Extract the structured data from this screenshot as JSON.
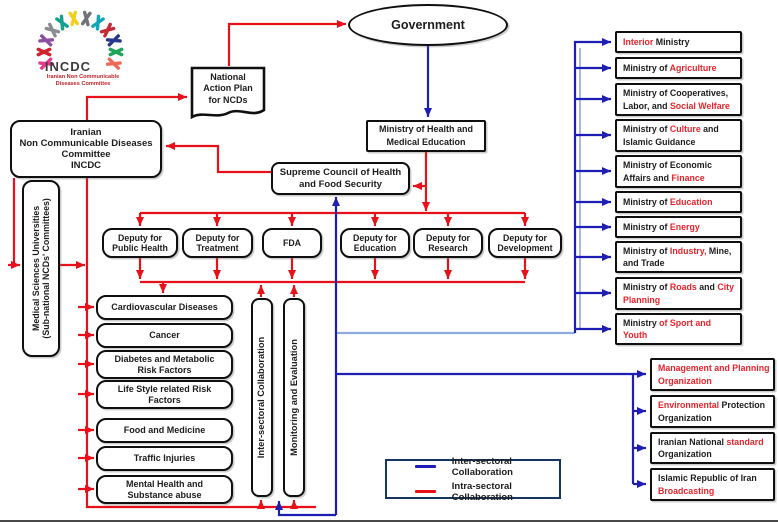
{
  "logo": {
    "acronym": "INCDC",
    "subtitle1": "Iranian Non Communicable",
    "subtitle2": "Diseases Committee",
    "ribbon_colors": [
      "#e3398f",
      "#cf2330",
      "#8a4ea3",
      "#8a8d90",
      "#11a38c",
      "#f2cf1d",
      "#6f7276",
      "#12a7b8",
      "#c22c35",
      "#27368f",
      "#1fa55a",
      "#ef6a55"
    ]
  },
  "nodes": {
    "government": "Government",
    "action_plan": {
      "line1": "National",
      "line2": "Action Plan",
      "line3": "for NCDs"
    },
    "incdc": {
      "line1": "Iranian",
      "line2": "Non Communicable  Diseases",
      "line3": "Committee",
      "line4": "INCDC"
    },
    "medical_sciences": {
      "line1": "Medical  Sciences  Universities",
      "line2": "(Sub-national  NCDs' Committees)"
    },
    "ministry_health": {
      "line1": "Ministry of Health and",
      "line2": "Medical Education"
    },
    "supreme_council": {
      "line1": "Supreme Council of Health",
      "line2": "and Food Security"
    },
    "pillar_intersectoral": "Inter-sectoral Collaboration",
    "pillar_monitoring": "Monitoring  and Evaluation"
  },
  "deputies": [
    {
      "lines": [
        "Deputy for",
        "Public Health"
      ]
    },
    {
      "lines": [
        "Deputy for",
        "Treatment"
      ]
    },
    {
      "lines": [
        "FDA"
      ]
    },
    {
      "lines": [
        "Deputy for",
        "Education"
      ]
    },
    {
      "lines": [
        "Deputy for",
        "Research"
      ]
    },
    {
      "lines": [
        "Deputy for",
        "Development"
      ]
    }
  ],
  "diseases": [
    {
      "lines": [
        "Cardiovascular  Diseases"
      ]
    },
    {
      "lines": [
        "Cancer"
      ]
    },
    {
      "lines": [
        "Diabetes and Metabolic",
        "Risk Factors"
      ]
    },
    {
      "lines": [
        "Life Style related Risk",
        "Factors"
      ]
    },
    {
      "lines": [
        "Food and Medicine"
      ]
    },
    {
      "lines": [
        "Traffic Injuries"
      ]
    },
    {
      "lines": [
        "Mental Health  and",
        "Substance abuse"
      ]
    }
  ],
  "ministries": [
    {
      "parts": [
        {
          "t": "Interior ",
          "red": true
        },
        {
          "t": "Ministry",
          "red": false
        }
      ]
    },
    {
      "parts": [
        {
          "t": "Ministry of ",
          "red": false
        },
        {
          "t": "Agriculture",
          "red": true
        }
      ]
    },
    {
      "parts": [
        {
          "t": "Ministry of Cooperatives, Labor, and ",
          "red": false
        },
        {
          "t": "Social Welfare",
          "red": true
        }
      ]
    },
    {
      "parts": [
        {
          "t": "Ministry of ",
          "red": false
        },
        {
          "t": "Culture",
          "red": true
        },
        {
          "t": " and Islamic Guidance",
          "red": false
        }
      ]
    },
    {
      "parts": [
        {
          "t": "Ministry of Economic Affairs and ",
          "red": false
        },
        {
          "t": "Finance",
          "red": true
        }
      ]
    },
    {
      "parts": [
        {
          "t": "Ministry of ",
          "red": false
        },
        {
          "t": "Education",
          "red": true
        }
      ]
    },
    {
      "parts": [
        {
          "t": "Ministry of ",
          "red": false
        },
        {
          "t": "Energy",
          "red": true
        }
      ]
    },
    {
      "parts": [
        {
          "t": "Ministry of ",
          "red": false
        },
        {
          "t": "Industry,",
          "red": true
        },
        {
          "t": " Mine, and Trade",
          "red": false
        }
      ]
    },
    {
      "parts": [
        {
          "t": "Ministry of ",
          "red": false
        },
        {
          "t": "Roads",
          "red": true
        },
        {
          "t": " and ",
          "red": false
        },
        {
          "t": "City Planning",
          "red": true
        }
      ]
    },
    {
      "parts": [
        {
          "t": "Ministry ",
          "red": false
        },
        {
          "t": "of Sport and Youth",
          "red": true
        }
      ]
    }
  ],
  "organizations": [
    {
      "parts": [
        {
          "t": "Management and Planning Organization",
          "red": true
        }
      ]
    },
    {
      "parts": [
        {
          "t": "Environmental",
          "red": true
        },
        {
          "t": " Protection Organization",
          "red": false
        }
      ]
    },
    {
      "parts": [
        {
          "t": "Iranian National ",
          "red": false
        },
        {
          "t": "standard",
          "red": true
        },
        {
          "t": " Organization",
          "red": false
        }
      ]
    },
    {
      "parts": [
        {
          "t": "Islamic Republic of Iran ",
          "red": false
        },
        {
          "t": "Broadcasting",
          "red": true
        }
      ]
    }
  ],
  "legend": {
    "items": [
      {
        "label": "Inter-sectoral Collaboration",
        "color": "#1e1eb4"
      },
      {
        "label": "Intra-sectoral Collaboration",
        "color": "#e8111a"
      }
    ]
  },
  "colors": {
    "intra_red": "#e8111a",
    "inter_blue": "#1e1eb4",
    "steel_blue": "#8faadc",
    "text_red": "#e8232b",
    "legend_border": "#17365d"
  }
}
